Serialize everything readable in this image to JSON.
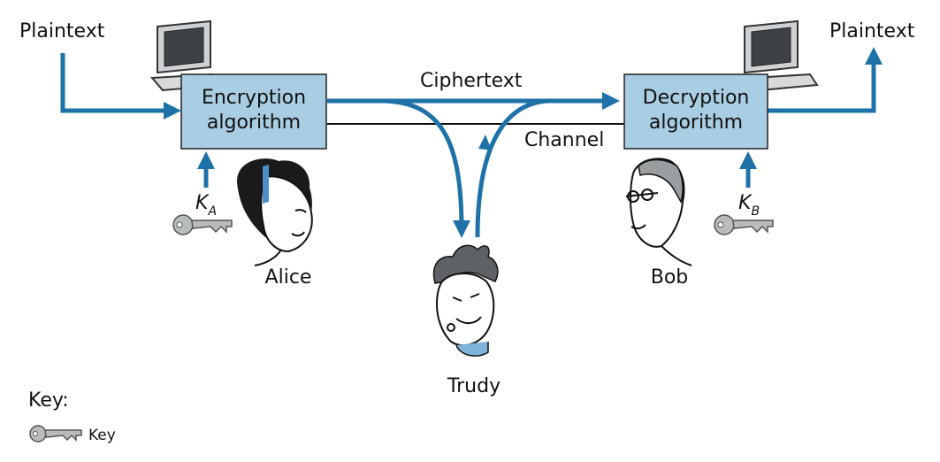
{
  "labels": {
    "plaintext_in": "Plaintext",
    "plaintext_out": "Plaintext",
    "ciphertext": "Ciphertext",
    "channel": "Channel",
    "alice": "Alice",
    "bob": "Bob",
    "trudy": "Trudy",
    "key_heading": "Key:",
    "key_legend": "Key"
  },
  "encryption_box": {
    "line1": "Encryption",
    "line2": "algorithm"
  },
  "decryption_box": {
    "line1": "Decryption",
    "line2": "algorithm"
  },
  "keys": {
    "alice": {
      "main": "K",
      "sub": "A"
    },
    "bob": {
      "main": "K",
      "sub": "B"
    }
  },
  "colors": {
    "arrow": "#1f72a8",
    "box_fill": "#a9cde3",
    "box_stroke": "#222222",
    "key_fill": "#b9bcbe",
    "channel_line": "#111111"
  }
}
